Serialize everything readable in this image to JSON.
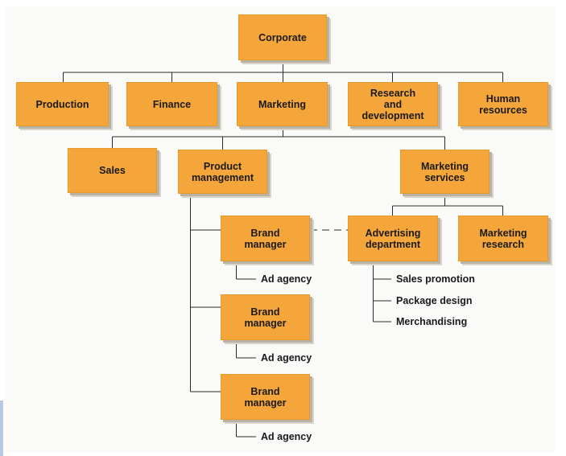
{
  "org_chart": {
    "corporate": "Corporate",
    "departments": {
      "production": "Production",
      "finance": "Finance",
      "marketing": "Marketing",
      "research": "Research\nand\ndevelopment",
      "human_resources": "Human\nresources"
    },
    "marketing_units": {
      "sales": "Sales",
      "product_management": "Product\nmanagement",
      "marketing_services": "Marketing\nservices"
    },
    "brand_managers": [
      {
        "label": "Brand\nmanager",
        "agency": "Ad agency"
      },
      {
        "label": "Brand\nmanager",
        "agency": "Ad agency"
      },
      {
        "label": "Brand\nmanager",
        "agency": "Ad agency"
      }
    ],
    "services_units": {
      "advertising": "Advertising\ndepartment",
      "marketing_research": "Marketing\nresearch"
    },
    "advertising_functions": [
      "Sales promotion",
      "Package design",
      "Merchandising"
    ]
  },
  "colors": {
    "box_fill": "#f4a63a",
    "connector": "#2a2a2a",
    "shadow": "#b9b3a6"
  }
}
